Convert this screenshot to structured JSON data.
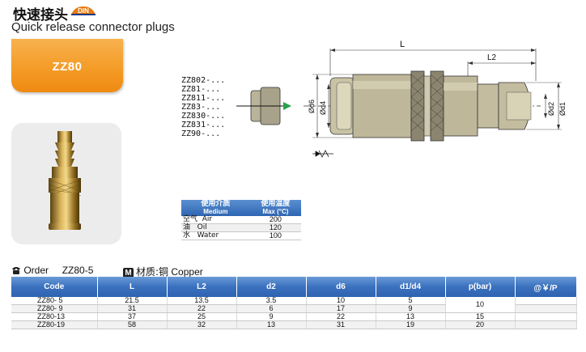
{
  "header": {
    "title_cn": "快速接头",
    "din_logo_text": "DIN",
    "title_en": "Quick release connector plugs"
  },
  "model": {
    "label": "ZZ80"
  },
  "drawing": {
    "part_numbers": [
      "ZZ802-...",
      "ZZ81-...",
      "ZZ811-...",
      "ZZ83-...",
      "ZZ830-...",
      "ZZ831-...",
      "ZZ90-..."
    ],
    "dim_L": "L",
    "dim_L2": "L2",
    "dim_d6": "Ød6",
    "dim_d4": "Ød4",
    "dim_d2": "Ød2",
    "dim_d1": "Ød1"
  },
  "medium_table": {
    "headers": {
      "medium_cn": "使用介质",
      "medium_en": "Medium",
      "temp_cn": "使用温度",
      "temp_en": "Max (°C)"
    },
    "rows": [
      {
        "cn": "空气",
        "en": "Air",
        "max": "200"
      },
      {
        "cn": "油",
        "en": "Oil",
        "max": "120"
      },
      {
        "cn": "水",
        "en": "Water",
        "max": "100"
      }
    ]
  },
  "order": {
    "label": "Order",
    "code": "ZZ80-5",
    "material_badge": "M",
    "material_label": "材质:铜",
    "material_value": "Copper"
  },
  "main_table": {
    "headers": [
      "Code",
      "L",
      "L2",
      "d2",
      "d6",
      "d1/d4",
      "p(bar)",
      "@￥/P"
    ],
    "rows": [
      {
        "code": "ZZ80- 5",
        "L": "21.5",
        "L2": "13.5",
        "d2": "3.5",
        "d6": "10",
        "d1d4": "5",
        "p": "",
        "price": ""
      },
      {
        "code": "ZZ80- 9",
        "L": "31",
        "L2": "22",
        "d2": "6",
        "d6": "17",
        "d1d4": "9",
        "p": "",
        "price": ""
      },
      {
        "code": "ZZ80-13",
        "L": "37",
        "L2": "25",
        "d2": "9",
        "d6": "22",
        "d1d4": "13",
        "p": "15",
        "price": ""
      },
      {
        "code": "ZZ80-19",
        "L": "58",
        "L2": "32",
        "d2": "13",
        "d6": "31",
        "d1d4": "19",
        "p": "20",
        "price": ""
      }
    ],
    "p_merged_first_two": "10"
  }
}
